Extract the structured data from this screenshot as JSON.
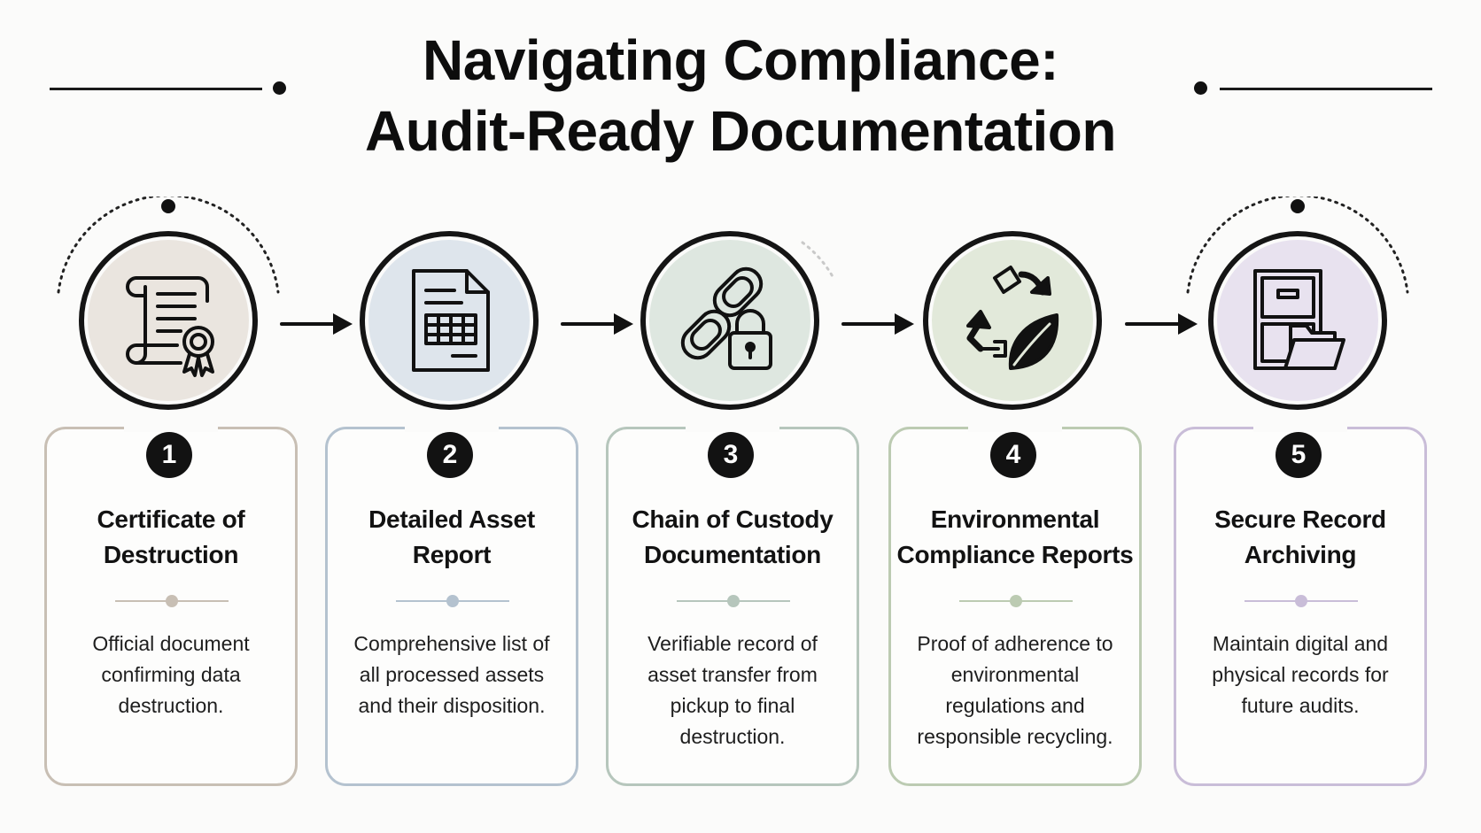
{
  "title": {
    "line1": "Navigating Compliance:",
    "line2": "Audit-Ready Documentation"
  },
  "steps": [
    {
      "number": "1",
      "heading_lines": [
        "Certificate of",
        "Destruction"
      ],
      "description_lines": [
        "Official document",
        "confirming data",
        "destruction."
      ],
      "icon": "certificate-scroll-icon",
      "accent": "#c8bfb4",
      "fill": "#eae5df"
    },
    {
      "number": "2",
      "heading_lines": [
        "Detailed Asset",
        "Report"
      ],
      "description_lines": [
        "Comprehensive list of",
        "all processed assets",
        "and their disposition."
      ],
      "icon": "spreadsheet-document-icon",
      "accent": "#b4c2cf",
      "fill": "#dee5ec"
    },
    {
      "number": "3",
      "heading_lines": [
        "Chain of Custody",
        "Documentation"
      ],
      "description_lines": [
        "Verifiable record of",
        "asset transfer from",
        "pickup to final",
        "destruction."
      ],
      "icon": "chain-lock-icon",
      "accent": "#b6c6bc",
      "fill": "#dee7e0"
    },
    {
      "number": "4",
      "heading_lines": [
        "Environmental",
        "Compliance Reports"
      ],
      "description_lines": [
        "Proof of adherence to",
        "environmental",
        "regulations and",
        "responsible recycling."
      ],
      "icon": "recycle-leaf-icon",
      "accent": "#bccbb2",
      "fill": "#e2e9da"
    },
    {
      "number": "5",
      "heading_lines": [
        "Secure Record",
        "Archiving"
      ],
      "description_lines": [
        "Maintain digital and",
        "physical records for",
        "future audits."
      ],
      "icon": "file-cabinet-folder-icon",
      "accent": "#c9bdd8",
      "fill": "#e8e2ef"
    }
  ]
}
